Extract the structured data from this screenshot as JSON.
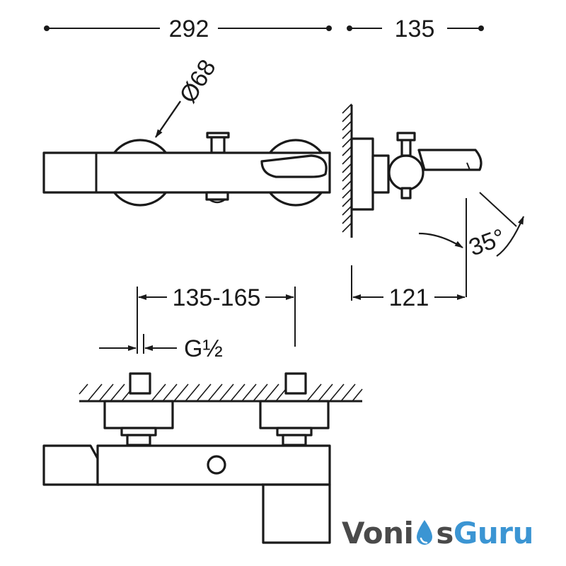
{
  "dimensions": {
    "overall_length": "292",
    "projection": "135",
    "handle_diameter": "Ø68",
    "spout_projection": "121",
    "spout_angle": "35°",
    "center_distance": "135-165",
    "thread_size": "G½"
  },
  "logo": {
    "part1": "Voni",
    "part2": "s",
    "part3": "Guru",
    "dark_color": "#4a4a4a",
    "blue_color": "#3b95d3"
  }
}
